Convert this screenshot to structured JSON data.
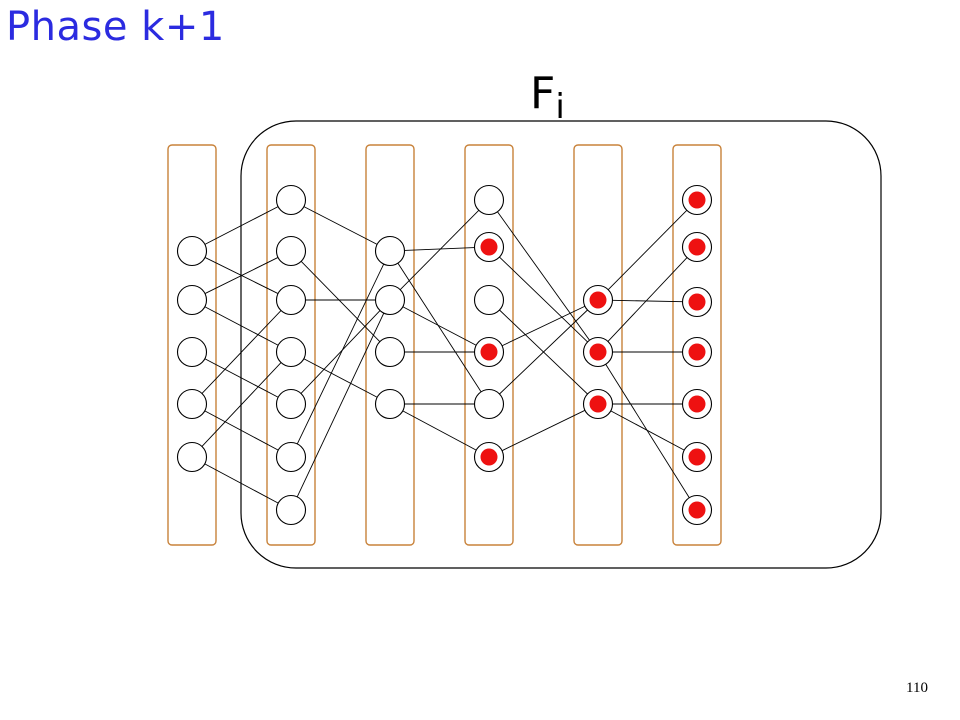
{
  "slide": {
    "title": "Phase k+1",
    "page_number": "110"
  },
  "diagram": {
    "set_label": {
      "main": "F",
      "subscript": "i"
    },
    "colors": {
      "title": "#2b2be0",
      "column_border": "#c8823a",
      "region_border": "#000000",
      "node_border": "#000000",
      "marked_dot": "#ee1111",
      "edge": "#000000"
    },
    "columns": [
      {
        "nodes": [
          false,
          false,
          false,
          false,
          false
        ]
      },
      {
        "nodes": [
          false,
          false,
          false,
          false,
          false,
          false,
          false
        ]
      },
      {
        "nodes": [
          false,
          false,
          false,
          false
        ]
      },
      {
        "nodes": [
          false,
          true,
          false,
          true,
          false,
          true
        ]
      },
      {
        "nodes": [
          true,
          true,
          true
        ]
      },
      {
        "nodes": [
          true,
          true,
          true,
          true,
          true,
          true,
          true
        ]
      }
    ],
    "edges": [
      [
        [
          0,
          0
        ],
        [
          1,
          0
        ]
      ],
      [
        [
          0,
          0
        ],
        [
          1,
          2
        ]
      ],
      [
        [
          0,
          1
        ],
        [
          1,
          1
        ]
      ],
      [
        [
          0,
          1
        ],
        [
          1,
          3
        ]
      ],
      [
        [
          0,
          2
        ],
        [
          1,
          4
        ]
      ],
      [
        [
          0,
          3
        ],
        [
          1,
          2
        ]
      ],
      [
        [
          0,
          3
        ],
        [
          1,
          5
        ]
      ],
      [
        [
          0,
          4
        ],
        [
          1,
          3
        ]
      ],
      [
        [
          0,
          4
        ],
        [
          1,
          6
        ]
      ],
      [
        [
          1,
          0
        ],
        [
          2,
          0
        ]
      ],
      [
        [
          1,
          1
        ],
        [
          2,
          2
        ]
      ],
      [
        [
          1,
          2
        ],
        [
          2,
          1
        ]
      ],
      [
        [
          1,
          3
        ],
        [
          2,
          3
        ]
      ],
      [
        [
          1,
          4
        ],
        [
          2,
          1
        ]
      ],
      [
        [
          1,
          5
        ],
        [
          2,
          0
        ]
      ],
      [
        [
          1,
          6
        ],
        [
          2,
          1
        ]
      ],
      [
        [
          2,
          0
        ],
        [
          3,
          1
        ]
      ],
      [
        [
          2,
          0
        ],
        [
          3,
          4
        ]
      ],
      [
        [
          2,
          1
        ],
        [
          3,
          3
        ]
      ],
      [
        [
          2,
          1
        ],
        [
          3,
          0
        ]
      ],
      [
        [
          2,
          2
        ],
        [
          3,
          3
        ]
      ],
      [
        [
          2,
          3
        ],
        [
          3,
          4
        ]
      ],
      [
        [
          2,
          3
        ],
        [
          3,
          5
        ]
      ],
      [
        [
          3,
          0
        ],
        [
          4,
          1
        ]
      ],
      [
        [
          3,
          1
        ],
        [
          4,
          1
        ]
      ],
      [
        [
          3,
          2
        ],
        [
          4,
          2
        ]
      ],
      [
        [
          3,
          3
        ],
        [
          4,
          0
        ]
      ],
      [
        [
          3,
          4
        ],
        [
          4,
          0
        ]
      ],
      [
        [
          3,
          5
        ],
        [
          4,
          2
        ]
      ],
      [
        [
          4,
          0
        ],
        [
          5,
          0
        ]
      ],
      [
        [
          4,
          0
        ],
        [
          5,
          2
        ]
      ],
      [
        [
          4,
          1
        ],
        [
          5,
          1
        ]
      ],
      [
        [
          4,
          1
        ],
        [
          5,
          3
        ]
      ],
      [
        [
          4,
          1
        ],
        [
          5,
          6
        ]
      ],
      [
        [
          4,
          2
        ],
        [
          5,
          4
        ]
      ],
      [
        [
          4,
          2
        ],
        [
          5,
          5
        ]
      ]
    ]
  }
}
